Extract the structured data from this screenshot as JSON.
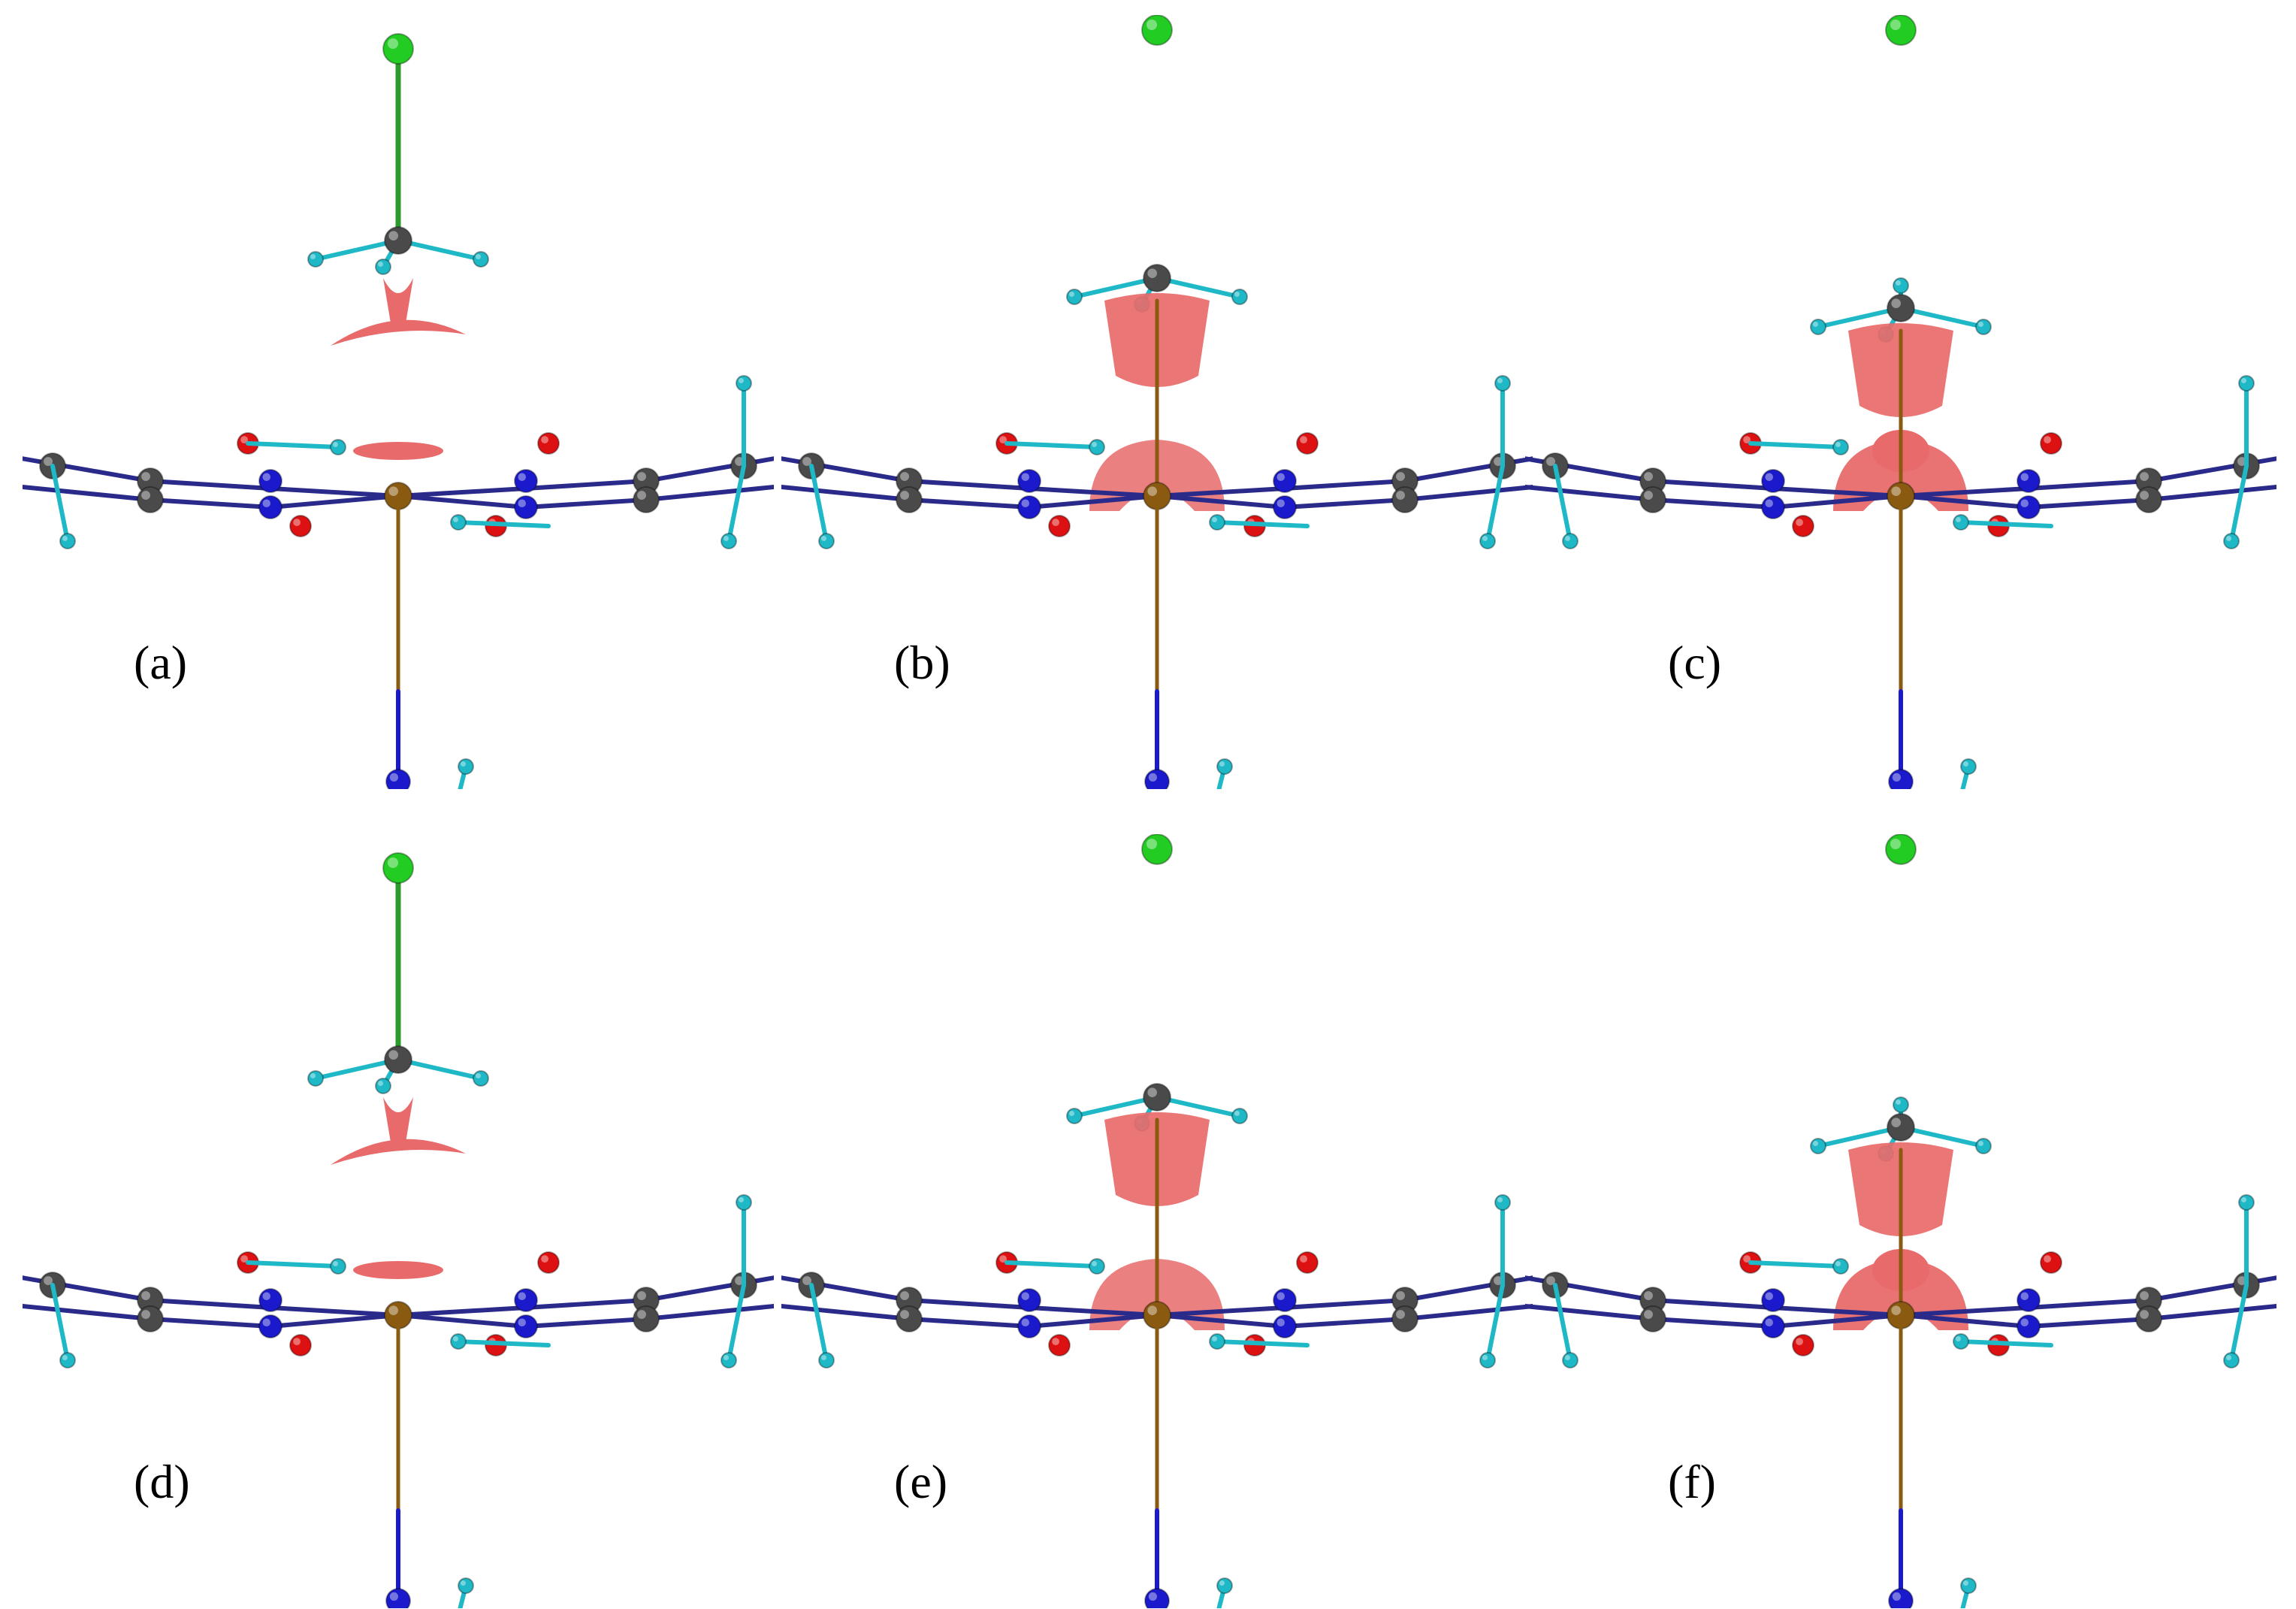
{
  "figure": {
    "panels": [
      {
        "id": "a",
        "label": "(a)",
        "chlorine_bonded": true,
        "density": "weak"
      },
      {
        "id": "b",
        "label": "(b)",
        "chlorine_bonded": false,
        "density": "medium"
      },
      {
        "id": "c",
        "label": "(c)",
        "chlorine_bonded": false,
        "density": "strong"
      },
      {
        "id": "d",
        "label": "(d)",
        "chlorine_bonded": true,
        "density": "weak"
      },
      {
        "id": "e",
        "label": "(e)",
        "chlorine_bonded": false,
        "density": "medium"
      },
      {
        "id": "f",
        "label": "(f)",
        "chlorine_bonded": false,
        "density": "strong"
      }
    ]
  },
  "colors": {
    "carbon": "#4a4a4a",
    "nitrogen": "#1a1acc",
    "oxygen": "#dd1111",
    "hydrogen": "#1fb8c6",
    "chlorine": "#22cc22",
    "cobalt": "#8a5a10",
    "bond": "#333333",
    "isosurface": "#e86a6a"
  }
}
